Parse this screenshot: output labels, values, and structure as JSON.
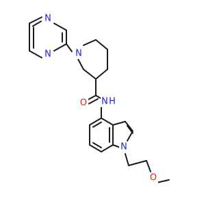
{
  "molecule": {
    "atom_labels": {
      "n_pym_top": "N",
      "n_pym_right": "N",
      "n_piperidine": "N",
      "o_carbonyl": "O",
      "n_amide": "N",
      "h_amide": "H",
      "n_indole": "N",
      "o_ether": "O"
    }
  },
  "colors": {
    "nitrogen": "#2222dd",
    "oxygen": "#e0251b",
    "bond": "#1a1a1a"
  }
}
